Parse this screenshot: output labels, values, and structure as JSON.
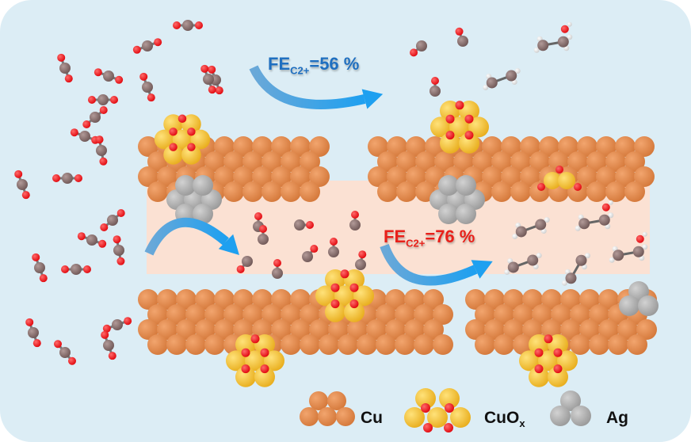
{
  "labels": {
    "fe_top": {
      "prefix": "FE",
      "sub": "C2+",
      "value": "=56 %",
      "color": "#1f6fc0"
    },
    "fe_bottom": {
      "prefix": "FE",
      "sub": "C2+",
      "value": "=76 %",
      "color": "#e8201a"
    }
  },
  "legend": {
    "cu": "Cu",
    "cuox": "CuO",
    "cuox_sub": "x",
    "ag": "Ag"
  },
  "colors": {
    "background": "#dcedf5",
    "band": "#fbe1d3",
    "cu": "#e0894a",
    "cuox": "#f3c43a",
    "oxygen": "#e8141a",
    "carbon": "#8a7170",
    "ag": "#a9a9a9",
    "arrow": "#2f8fd8"
  }
}
